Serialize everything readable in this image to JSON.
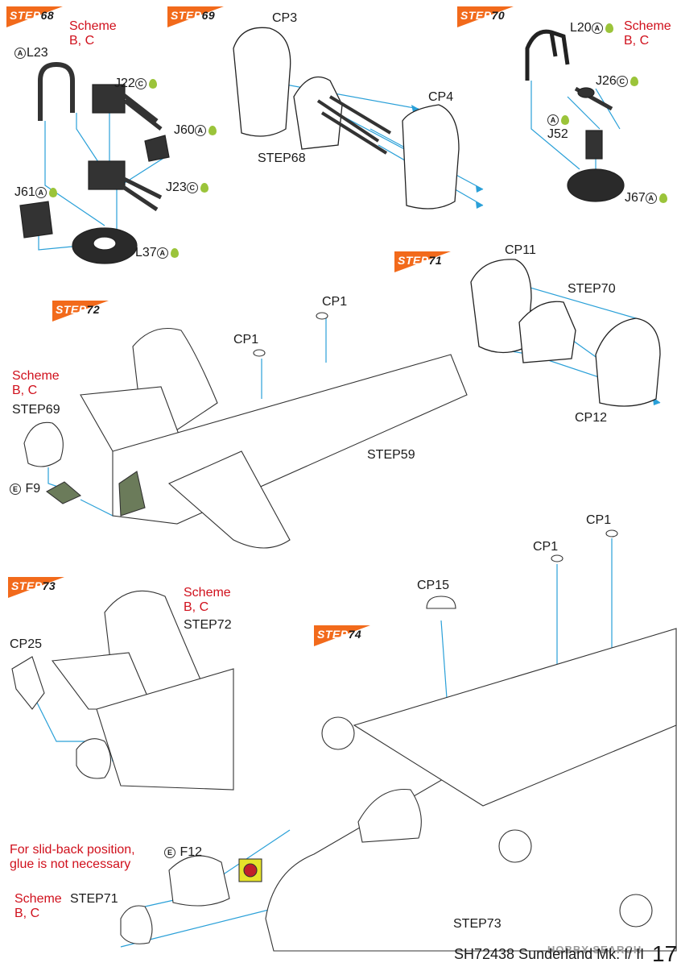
{
  "steps": {
    "s68": {
      "word": "STEP",
      "num": "68"
    },
    "s69": {
      "word": "STEP",
      "num": "69"
    },
    "s70": {
      "word": "STEP",
      "num": "70"
    },
    "s71": {
      "word": "STEP",
      "num": "71"
    },
    "s72": {
      "word": "STEP",
      "num": "72"
    },
    "s73": {
      "word": "STEP",
      "num": "73"
    },
    "s74": {
      "word": "STEP",
      "num": "74"
    }
  },
  "scheme": {
    "line1": "Scheme",
    "line2": "B, C"
  },
  "parts": {
    "L23": "L23",
    "J22": "J22",
    "J60": "J60",
    "J61": "J61",
    "J23": "J23",
    "L37": "L37",
    "L20": "L20",
    "J26": "J26",
    "J52": "J52",
    "J67": "J67",
    "F9": "F9",
    "F12": "F12"
  },
  "badges": {
    "A": "A",
    "C": "C",
    "E": "E"
  },
  "refs": {
    "CP1": "CP1",
    "CP3": "CP3",
    "CP4": "CP4",
    "CP11": "CP11",
    "CP12": "CP12",
    "CP15": "CP15",
    "CP25": "CP25",
    "STEP59": "STEP59",
    "STEP68": "STEP68",
    "STEP69": "STEP69",
    "STEP70": "STEP70",
    "STEP71": "STEP71",
    "STEP72": "STEP72",
    "STEP73": "STEP73"
  },
  "note": {
    "line1": "For slid-back position,",
    "line2": "glue is not necessary"
  },
  "footer": {
    "text": "SH72438 Sunderland Mk. I/ II",
    "page": "17"
  },
  "watermark": "HOBBY SEARCH",
  "colors": {
    "step_tab": "#f26a1b",
    "scheme_red": "#d0101c",
    "leader_blue": "#2aa0d8",
    "glue_green": "#9bc43a",
    "paint_green": "#6b7b5a"
  }
}
